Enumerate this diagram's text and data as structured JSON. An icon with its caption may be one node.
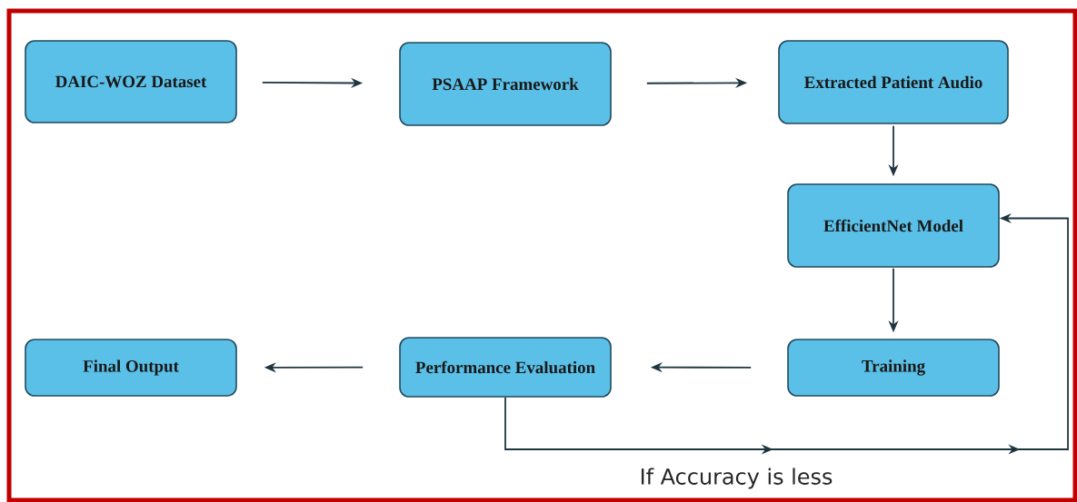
{
  "diagram": {
    "nodes": [
      {
        "text": [
          "DAIC-WOZ Dataset"
        ]
      },
      {
        "text": [
          "PSAAP Framework"
        ]
      },
      {
        "text": [
          "Extracted Patient Audio"
        ]
      },
      {
        "text": [
          "EfficientNet Model"
        ]
      },
      {
        "text": [
          "Training"
        ]
      },
      {
        "text": [
          "Performance Evaluation"
        ]
      },
      {
        "text": [
          "Final Output"
        ]
      }
    ],
    "edges": [
      {
        "from": 0,
        "to": 1,
        "arrow": "to"
      },
      {
        "from": 1,
        "to": 2,
        "arrow": "to"
      },
      {
        "from": 2,
        "to": 3,
        "arrow": "to"
      },
      {
        "from": 3,
        "to": 4,
        "arrow": "to"
      },
      {
        "from": 4,
        "to": 5,
        "arrow": "to"
      },
      {
        "from": 5,
        "to": 6,
        "arrow": "to"
      },
      {
        "from": 5,
        "to": 3,
        "arrow": "to",
        "label": "If Accuracy is less"
      }
    ]
  }
}
